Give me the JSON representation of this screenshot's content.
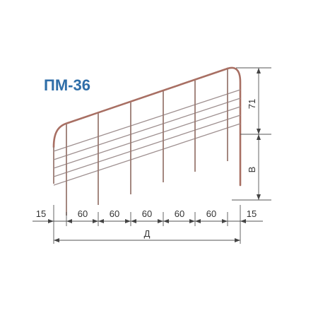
{
  "title": "ПМ-36",
  "colors": {
    "title": "#2f6ea8",
    "frame": "#a86f63",
    "wire": "#9f9090",
    "dimension": "#555555"
  },
  "dimensions": {
    "bottom": [
      "15",
      "60",
      "60",
      "60",
      "60",
      "60",
      "15"
    ],
    "total_label": "Д",
    "right_top_label": "71",
    "right_bottom_label": "В"
  }
}
